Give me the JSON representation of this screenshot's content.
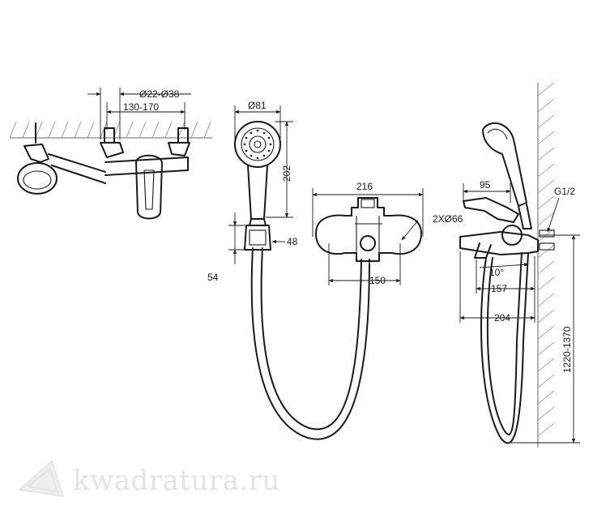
{
  "dimensions": {
    "pipe_diameter": "Ø22-Ø38",
    "center_distance": "130-170",
    "head_diameter": "Ø81",
    "handset_length": "202",
    "holder_height": "48",
    "holder_depth": "54",
    "body_width": "216",
    "body_spacing": "150",
    "flange_dim": "2XØ66",
    "spout_reach": "95",
    "thread": "G1/2",
    "tilt_angle": "10°",
    "depth_157": "157",
    "depth_204": "204",
    "hose_height": "1220-1370"
  },
  "watermark": "kwadratura.ru"
}
